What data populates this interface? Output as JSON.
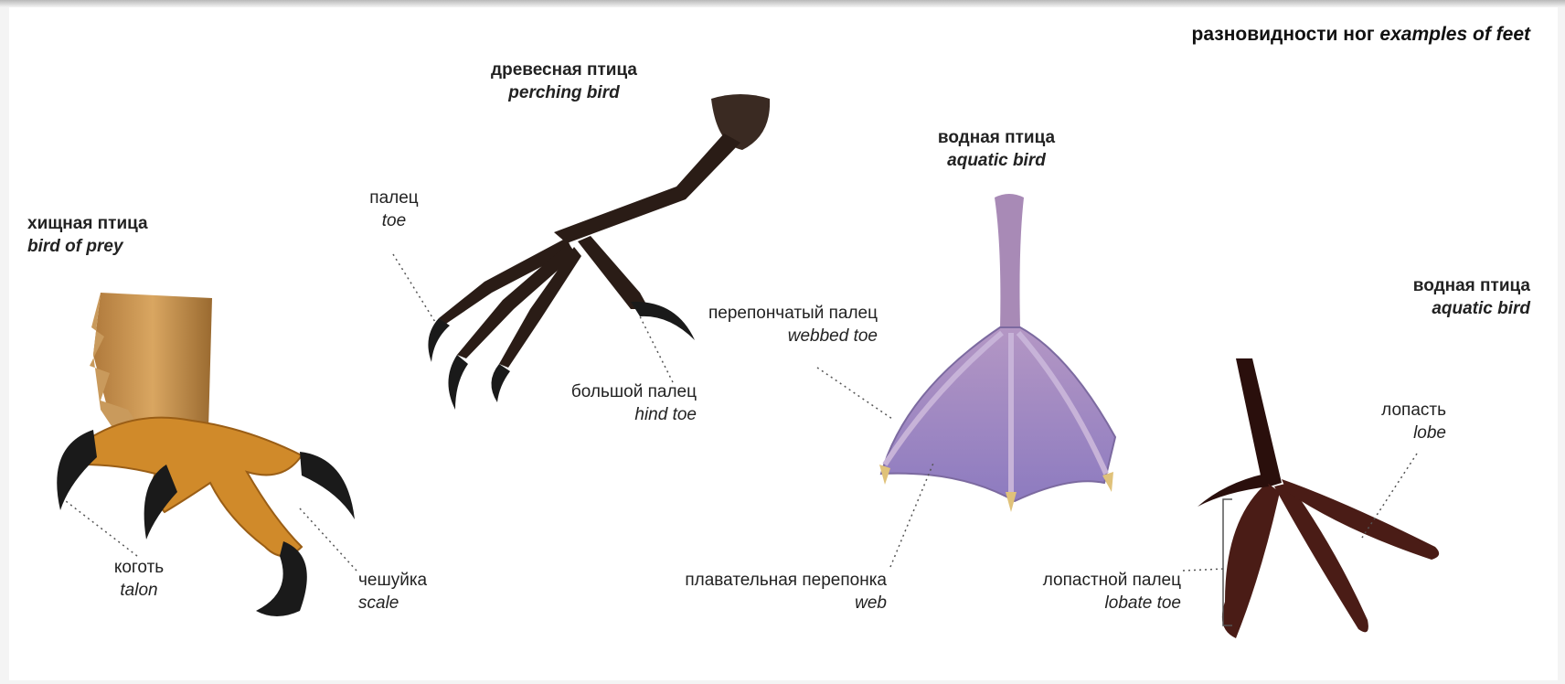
{
  "title": {
    "ru": "разновидности ног",
    "en": "examples of feet"
  },
  "birds": {
    "prey": {
      "ru": "хищная птица",
      "en": "bird of prey"
    },
    "perching": {
      "ru": "древесная птица",
      "en": "perching bird"
    },
    "aquatic1": {
      "ru": "водная птица",
      "en": "aquatic bird"
    },
    "aquatic2": {
      "ru": "водная птица",
      "en": "aquatic bird"
    }
  },
  "parts": {
    "talon": {
      "ru": "коготь",
      "en": "talon"
    },
    "scale": {
      "ru": "чешуйка",
      "en": "scale"
    },
    "toe": {
      "ru": "палец",
      "en": "toe"
    },
    "hind_toe": {
      "ru": "большой палец",
      "en": "hind toe"
    },
    "webbed_toe": {
      "ru": "перепончатый палец",
      "en": "webbed toe"
    },
    "web": {
      "ru": "плавательная перепонка",
      "en": "web"
    },
    "lobe": {
      "ru": "лопасть",
      "en": "lobe"
    },
    "lobate_toe": {
      "ru": "лопастной палец",
      "en": "lobate toe"
    }
  },
  "colors": {
    "prey_foot": "#d08a2a",
    "claw": "#1a1a1a",
    "perching_foot": "#2a1c16",
    "web_foot": "#a07db0",
    "lobate_foot": "#2a0f0c"
  }
}
